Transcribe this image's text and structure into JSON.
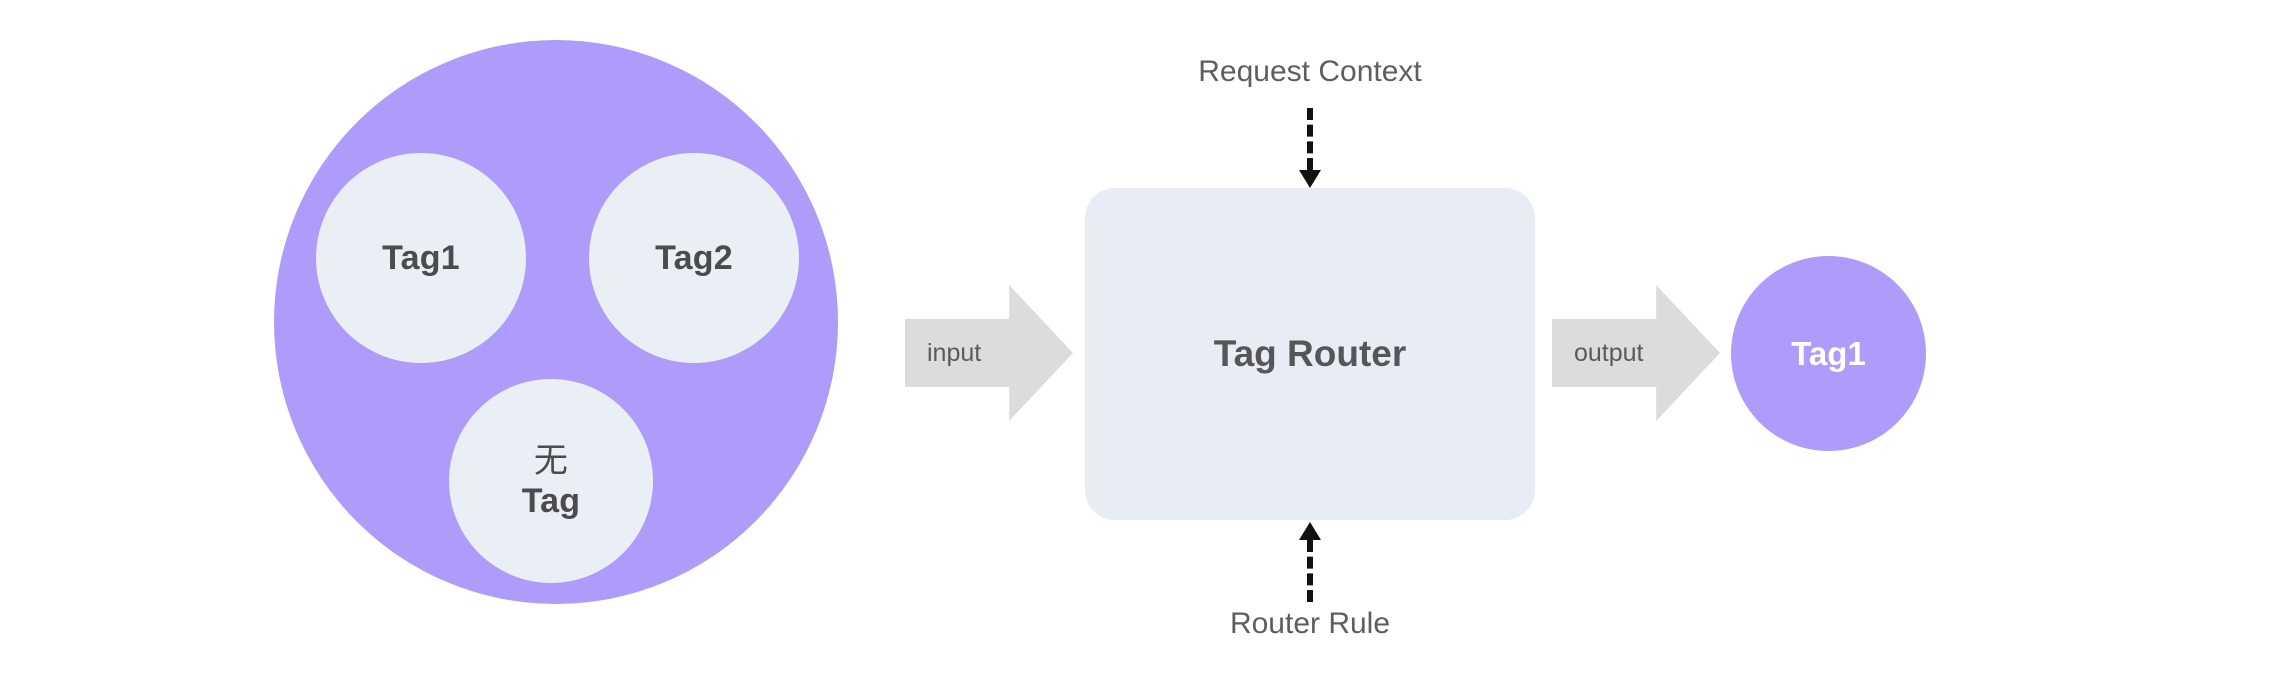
{
  "diagram": {
    "title": "Tag Router request routing diagram",
    "colors": {
      "purple": "#AF9BFA",
      "bubble_fill": "#EAEEF5",
      "box_fill": "#E8EDF5",
      "arrow_fill": "#DCDCDC",
      "text_dark": "#4B4B4B",
      "text_muted": "#5E5E5E",
      "text_on_purple": "#FFFFFF",
      "connector": "#111111",
      "background": "#FFFFFF"
    }
  },
  "tag_pool": {
    "name": "tag-pool",
    "bubbles": [
      {
        "label": "Tag1",
        "name": "tag1"
      },
      {
        "label": "Tag2",
        "name": "tag2"
      },
      {
        "label_line1": "无",
        "label_line2": "Tag",
        "name": "no-tag"
      }
    ]
  },
  "flow": {
    "input_arrow_label": "input",
    "output_arrow_label": "output"
  },
  "router": {
    "label": "Tag Router"
  },
  "connectors": {
    "top_label": "Request Context",
    "bottom_label": "Router Rule"
  },
  "output": {
    "label": "Tag1"
  }
}
